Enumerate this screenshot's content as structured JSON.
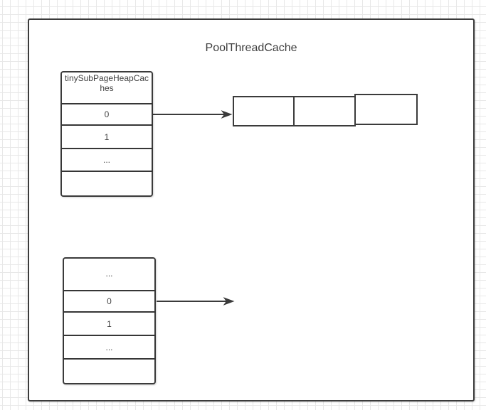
{
  "diagram": {
    "title": "PoolThreadCache",
    "tables": [
      {
        "name": "tinySubPageHeapCaches-table",
        "header": "tinySubPageHeapCaches",
        "rows": [
          "0",
          "1",
          "...",
          ""
        ]
      },
      {
        "name": "bottom-cache-table",
        "header": "...",
        "rows": [
          "0",
          "1",
          "...",
          ""
        ]
      }
    ],
    "memory_cells": [
      "",
      "",
      ""
    ],
    "colors": {
      "stroke": "#3b3b3b",
      "text": "#404040",
      "grid_line": "#e8e8e8",
      "canvas_background": "#ffffff",
      "shape_fill": "#ffffff"
    }
  }
}
